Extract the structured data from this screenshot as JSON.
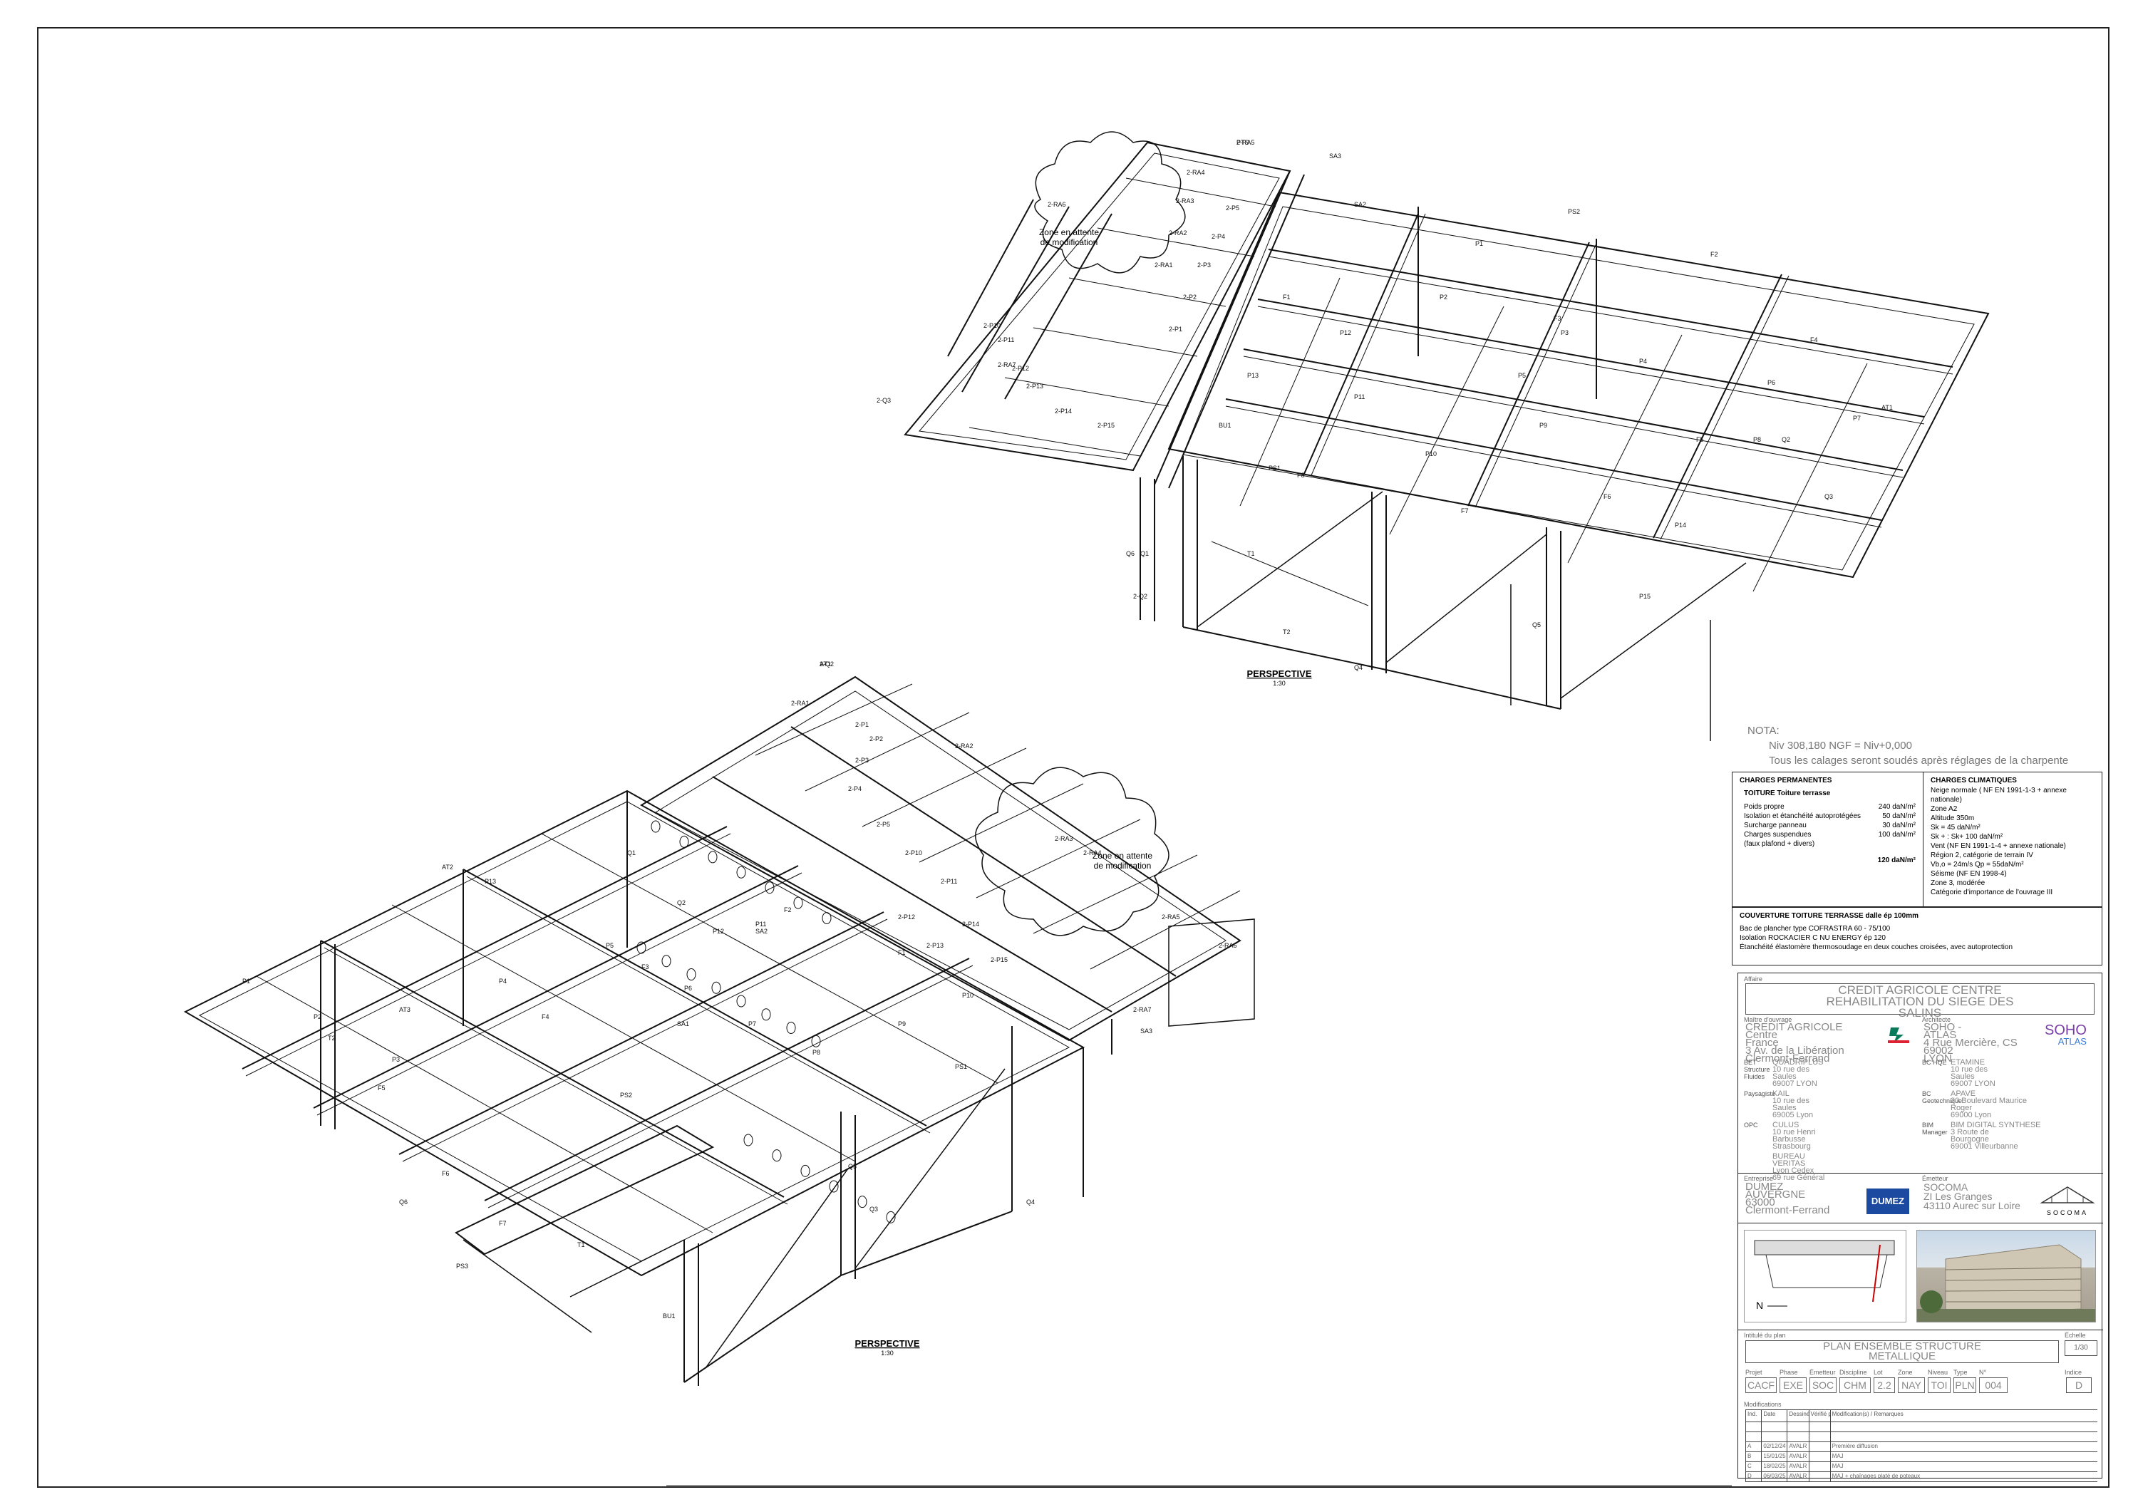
{
  "drawing": {
    "view_top": {
      "title": "PERSPECTIVE",
      "scale": "1:30",
      "annotation": "Zone en attente\nde modification"
    },
    "view_bottom": {
      "title": "PERSPECTIVE",
      "scale": "1:30",
      "annotation": "Zone en attente\nde modification"
    },
    "member_labels_top": [
      "2-RA5",
      "2-RA4",
      "2-RA6",
      "2-RA3",
      "2-RA2",
      "2-RA1",
      "2-RA7",
      "2-P5",
      "2-P4",
      "2-P3",
      "2-P2",
      "2-P1",
      "2-P15",
      "2-P14",
      "2-P13",
      "2-P12",
      "2-P11",
      "2-P10",
      "SA3",
      "SA2",
      "F1",
      "F2",
      "F3",
      "F4",
      "F5",
      "F6",
      "F7",
      "F8",
      "P1",
      "P2",
      "P3",
      "P4",
      "P5",
      "P6",
      "P7",
      "P8",
      "P9",
      "P10",
      "P11",
      "P12",
      "P13",
      "P14",
      "P15",
      "PS1",
      "PS2",
      "T1",
      "T2",
      "Q1",
      "Q2",
      "Q3",
      "Q4",
      "Q5",
      "Q6",
      "2-Q2",
      "2-Q3",
      "AT1",
      "BU1",
      "PTS"
    ],
    "member_labels_bottom": [
      "AT1",
      "AT2",
      "AT3",
      "2-RA1",
      "2-RA2",
      "2-RA3",
      "2-RA4",
      "2-RA5",
      "2-RA6",
      "2-RA7",
      "2-P1",
      "2-P2",
      "2-P3",
      "2-P4",
      "2-P5",
      "2-P10",
      "2-P11",
      "2-P12",
      "2-P13",
      "2-P14",
      "2-P15",
      "SA1",
      "SA2",
      "SA3",
      "F1",
      "F2",
      "F3",
      "F4",
      "F5",
      "F6",
      "F7",
      "P1",
      "P2",
      "P3",
      "P4",
      "P5",
      "P6",
      "P7",
      "P8",
      "P9",
      "P10",
      "P11",
      "P12",
      "P13",
      "PS1",
      "PS2",
      "PS3",
      "T1",
      "T2",
      "Q1",
      "Q2",
      "Q3",
      "Q4",
      "Q5",
      "Q6",
      "BU1",
      "2-Q2"
    ]
  },
  "nota": {
    "title": "NOTA:",
    "line1": "Niv 308,180 NGF = Niv+0,000",
    "line2": "Tous les calages seront soudés après réglages de la charpente"
  },
  "charges_permanentes": {
    "title": "CHARGES PERMANENTES",
    "subtitle": "TOITURE   Toiture terrasse",
    "rows": [
      {
        "label": "Poids propre",
        "value": "240 daN/m²"
      },
      {
        "label": "Isolation et étanchéité autoprotégées",
        "value": "50 daN/m²"
      },
      {
        "label": "Surcharge panneau",
        "value": "30 daN/m²"
      },
      {
        "label": "Charges suspendues\n(faux plafond + divers)",
        "value": "100 daN/m²"
      }
    ],
    "total": "120 daN/m²"
  },
  "charges_climatiques": {
    "title": "CHARGES CLIMATIQUES",
    "lines": [
      "Neige normale ( NF EN 1991-1-3 + annexe nationale)",
      "Zone A2",
      "Altitude 350m",
      "Sk = 45 daN/m²",
      "Sk + : Sk+ 100 daN/m²",
      "Vent (NF EN 1991-1-4 + annexe nationale)",
      "Région 2, catégorie de terrain IV",
      "Vb,o = 24m/s      Qp = 55daN/m²",
      "Séisme (NF EN 1998-4)",
      "Zone 3, modérée",
      "Catégorie d'importance de l'ouvrage  III"
    ]
  },
  "couverture": {
    "title": "COUVERTURE TOITURE TERRASSE dalle ép 100mm",
    "lines": [
      "Bac de plancher type COFRASTRA  60 - 75/100",
      "Isolation ROCKACIER C NU ENERGY ép 120",
      "Étanchéité élastomère thermosoudage en deux couches croisées, avec autoprotection"
    ]
  },
  "title_block": {
    "affaire_label": "Affaire",
    "affaire": "CREDIT AGRICOLE CENTRE\nREHABILITATION DU SIEGE DES\nSALINS",
    "moa_label": "Maître d'ouvrage",
    "moa": "CREDIT AGRICOLE Centre\nFrance\n3 Av. de la Libération\nClermont-Ferrand",
    "architecte_label": "Architecte",
    "architecte": "SOHO -\nATLAS\n4 Rue Mercière, CS\n69002\nLYON",
    "logo_soho": "SOHO",
    "logo_atlas": "ATLAS",
    "left_entities": [
      {
        "role": "BET Structure Fluides",
        "name": "QUADRIPLUS\n10 rue des\nSaules\n69007 LYON"
      },
      {
        "role": "Paysagiste",
        "name": "KAIL\n10 rue des\nSaules\n69005 Lyon"
      },
      {
        "role": "OPC",
        "name": "CULUS\n10 rue Henri\nBarbusse\nStrasbourg"
      },
      {
        "role": "",
        "name": "BUREAU\nVERITAS\nLyon Cedex\n69 rue Général"
      }
    ],
    "right_entities": [
      {
        "role": "BC HQE",
        "name": "ETAMINE\n10 rue des\nSaules\n69007 LYON"
      },
      {
        "role": "BC Geotechnique",
        "name": "APAVE\n20 Boulevard Maurice\nRoger\n69000 Lyon"
      },
      {
        "role": "BIM Manager",
        "name": "BIM DIGITAL SYNTHESE\n3 Route de\nBourgogne\n69001 Villeurbanne"
      }
    ],
    "entreprise_label": "Entreprise",
    "entreprise": "DUMEZ\nAUVERGNE\n63000\nClermont-Ferrand",
    "logo_dumez": "DUMEZ",
    "emetteur_label": "Émetteur",
    "emetteur": "SOCOMA\nZI Les Granges\n43110 Aurec sur Loire",
    "logo_socoma": "SOCOMA",
    "plan_label": "Intitulé du plan",
    "plan_title": "PLAN ENSEMBLE STRUCTURE\nMETALLIQUE",
    "echelle_label": "Échelle",
    "echelle": "1/30",
    "code_labels": [
      "Projet",
      "Phase",
      "Émetteur",
      "Discipline",
      "Lot",
      "Zone",
      "Niveau",
      "Type",
      "N°"
    ],
    "code_values": [
      "CACF",
      "EXE",
      "SOC",
      "CHM",
      "2.2",
      "NAY",
      "TOI",
      "PLN",
      "004"
    ],
    "indice_label": "Indice",
    "indice": "D",
    "modifications_label": "Modifications",
    "mod_headers": [
      "Ind.",
      "Date",
      "Dessiné par",
      "Vérifié par",
      "Modification(s) / Remarques"
    ],
    "modifications": [
      {
        "ind": "A",
        "date": "02/12/24",
        "by": "AVALR",
        "chk": "",
        "text": "Première diffusion"
      },
      {
        "ind": "B",
        "date": "15/01/25",
        "by": "AVALR",
        "chk": "",
        "text": "MAJ"
      },
      {
        "ind": "C",
        "date": "18/02/25",
        "by": "AVALR",
        "chk": "",
        "text": "MAJ"
      },
      {
        "ind": "D",
        "date": "06/03/25",
        "by": "AVALR",
        "chk": "",
        "text": "MAJ + chaînages platé de poteaux"
      }
    ]
  }
}
